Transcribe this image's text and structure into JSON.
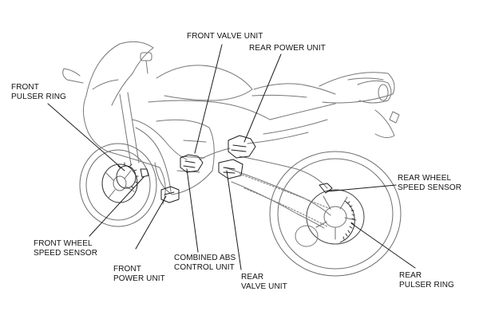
{
  "diagram": {
    "labels": {
      "front_valve_unit": [
        "FRONT VALVE UNIT"
      ],
      "rear_power_unit": [
        "REAR POWER UNIT"
      ],
      "front_pulser_ring": [
        "FRONT",
        "PULSER RING"
      ],
      "rear_wheel_speed_sensor": [
        "REAR WHEEL",
        "SPEED SENSOR"
      ],
      "front_wheel_speed_sensor": [
        "FRONT WHEEL",
        "SPEED SENSOR"
      ],
      "front_power_unit": [
        "FRONT",
        "POWER UNIT"
      ],
      "combined_abs_control_unit": [
        "COMBINED ABS",
        "CONTROL UNIT"
      ],
      "rear_valve_unit": [
        "REAR",
        "VALVE UNIT"
      ],
      "rear_pulser_ring": [
        "REAR",
        "PULSER RING"
      ]
    },
    "colors": {
      "line": "#1a1a1a",
      "light_line": "#6e6e6e",
      "background": "#ffffff"
    }
  }
}
